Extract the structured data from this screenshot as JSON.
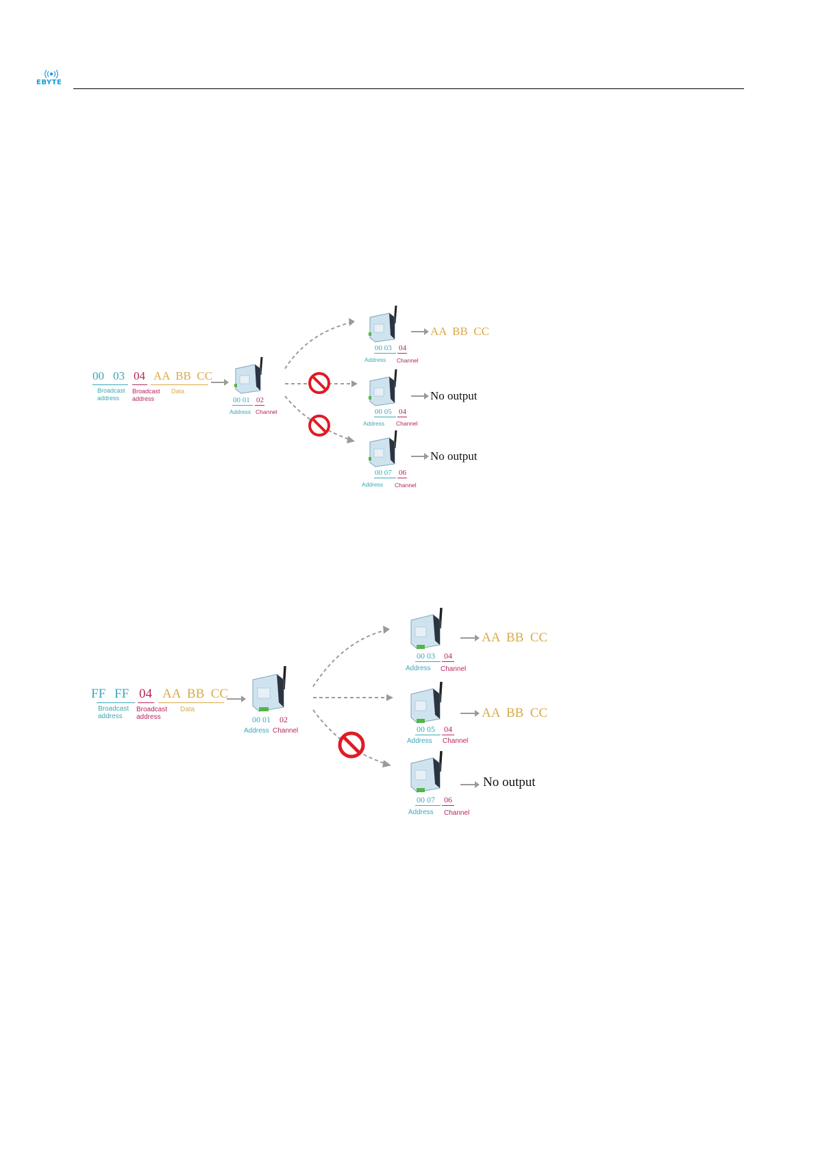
{
  "header": {
    "brand": "EBYTE"
  },
  "colors": {
    "teal": "#3aa8b8",
    "magenta": "#b8245e",
    "gold": "#dba948",
    "gray": "#9a9a9a",
    "prohibit": "#e01b24",
    "brand": "#1a9bd7"
  },
  "diagrams": [
    {
      "packet": {
        "addr_hi": "00",
        "addr_lo": "03",
        "channel": "04",
        "data": "AA  BB  CC",
        "address_label": [
          "Broadcast",
          "address"
        ],
        "channel_label": [
          "Broadcast",
          "address"
        ],
        "data_label": "Data"
      },
      "sender": {
        "address": [
          "00",
          "01"
        ],
        "channel": "02",
        "address_caption": "Address",
        "channel_caption": "Channel"
      },
      "receivers": [
        {
          "address": [
            "00",
            "03"
          ],
          "channel": "04",
          "address_caption": "Address",
          "channel_caption": "Channel",
          "output": "AA  BB  CC",
          "blocked": false
        },
        {
          "address": [
            "00",
            "05"
          ],
          "channel": "04",
          "address_caption": "Address",
          "channel_caption": "Channel",
          "output": "No output",
          "blocked": true
        },
        {
          "address": [
            "00",
            "07"
          ],
          "channel": "06",
          "address_caption": "Address",
          "channel_caption": "Channel",
          "output": "No output",
          "blocked": true
        }
      ]
    },
    {
      "packet": {
        "addr_hi": "FF",
        "addr_lo": "FF",
        "channel": "04",
        "data": "AA  BB  CC",
        "address_label": [
          "Broadcast",
          "address"
        ],
        "channel_label": [
          "Broadcast",
          "address"
        ],
        "data_label": "Data"
      },
      "sender": {
        "address": [
          "00",
          "01"
        ],
        "channel": "02",
        "address_caption": "Address",
        "channel_caption": "Channel"
      },
      "receivers": [
        {
          "address": [
            "00",
            "03"
          ],
          "channel": "04",
          "address_caption": "Address",
          "channel_caption": "Channel",
          "output": "AA  BB  CC",
          "blocked": false
        },
        {
          "address": [
            "00",
            "05"
          ],
          "channel": "04",
          "address_caption": "Address",
          "channel_caption": "Channel",
          "output": "AA  BB  CC",
          "blocked": false
        },
        {
          "address": [
            "00",
            "07"
          ],
          "channel": "06",
          "address_caption": "Address",
          "channel_caption": "Channel",
          "output": "No output",
          "blocked": true
        }
      ]
    }
  ]
}
